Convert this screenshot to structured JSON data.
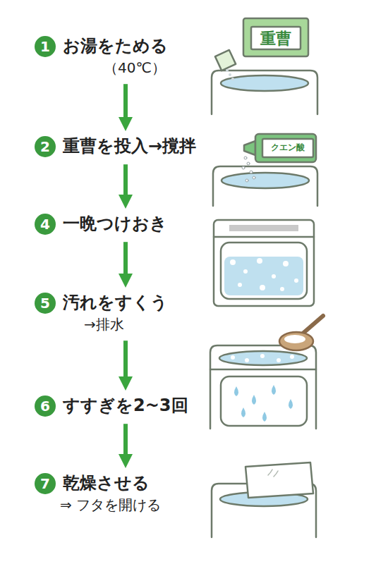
{
  "diagram": {
    "nodes": [
      {
        "text": [
          "1",
          "お湯をためる",
          "（40℃）"
        ]
      },
      {
        "text": [
          "2",
          "重曹を投入→撹拌"
        ]
      },
      {
        "text": [
          "4",
          "一晩つけおき"
        ]
      },
      {
        "text": [
          "5",
          "汚れをすくう",
          "→排水"
        ]
      },
      {
        "text": [
          "6",
          "すすぎを2~3回"
        ]
      },
      {
        "text": [
          "7",
          "乾燥させる",
          "⇒ フタを開ける"
        ]
      }
    ],
    "edges": [
      {
        "from": 0,
        "to": 1,
        "arrow": "to"
      },
      {
        "from": 1,
        "to": 2,
        "arrow": "to"
      },
      {
        "from": 2,
        "to": 3,
        "arrow": "to"
      },
      {
        "from": 3,
        "to": 4,
        "arrow": "to"
      },
      {
        "from": 4,
        "to": 5,
        "arrow": "to"
      }
    ],
    "labels": [
      "重曹",
      "クエン酸"
    ]
  }
}
